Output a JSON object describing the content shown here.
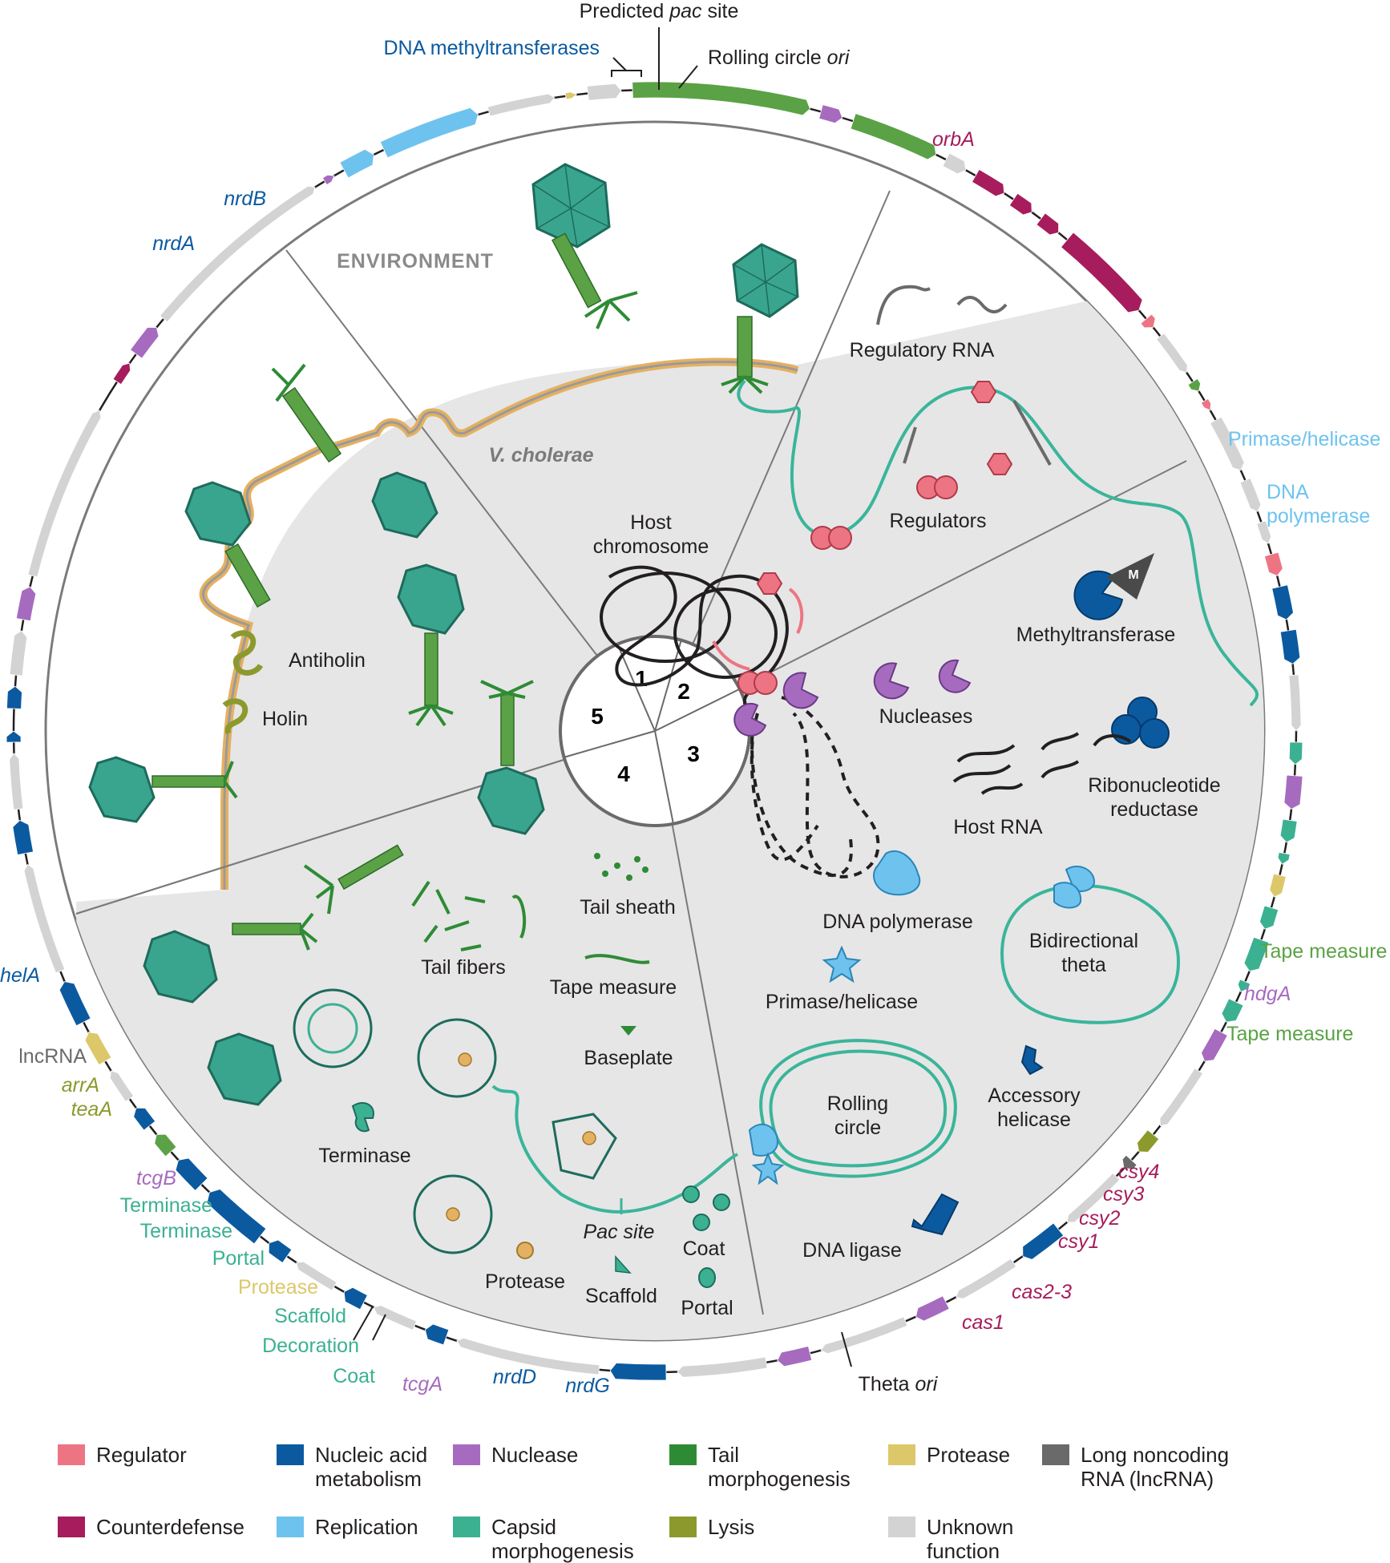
{
  "colors": {
    "regulator": "#ed7583",
    "nucleic": "#0b5aa0",
    "nuclease": "#a66bbf",
    "tail": "#5aa245",
    "tail_dark": "#2e8b35",
    "protease": "#dcc86a",
    "lncrna": "#6a6a6a",
    "counterdefense": "#a61c5c",
    "replication": "#6ec3ee",
    "capsid": "#3bb192",
    "lysis": "#8c9a2d",
    "unknown": "#d3d3d3",
    "membrane": "#e4b061",
    "panel_fill": "#e6e6e6"
  },
  "sector_labels": {
    "environment": "ENVIRONMENT",
    "host": "V. cholerae",
    "n1": "1",
    "n2": "2",
    "n3": "3",
    "n4": "4",
    "n5": "5"
  },
  "panel_labels": {
    "regulatory_rna": "Regulatory RNA",
    "regulators": "Regulators",
    "host_chromosome": "Host\nchromosome",
    "methyltransferase": "Methyltransferase",
    "nucleases": "Nucleases",
    "ribonucleotide_reductase": "Ribonucleotide\nreductase",
    "host_rna": "Host RNA",
    "dna_polymerase": "DNA polymerase",
    "primase_helicase": "Primase/helicase",
    "bidirectional_theta": "Bidirectional\ntheta",
    "rolling_circle": "Rolling\ncircle",
    "accessory_helicase": "Accessory\nhelicase",
    "dna_ligase": "DNA ligase",
    "tail_sheath": "Tail sheath",
    "tail_fibers": "Tail fibers",
    "tape_measure": "Tape measure",
    "baseplate": "Baseplate",
    "terminase": "Terminase",
    "pac_site": "Pac site",
    "coat": "Coat",
    "protease": "Protease",
    "scaffold": "Scaffold",
    "portal": "Portal",
    "antiholin": "Antiholin",
    "holin": "Holin",
    "methyl_m": "M"
  },
  "genome_labels": {
    "predicted_pac_site": "Predicted pac site",
    "dna_methyltransferases": "DNA methyltransferases",
    "rolling_circle_ori": "Rolling circle ori",
    "orbA": "orbA",
    "primase_helicase": "Primase/helicase",
    "dna_polymerase": "DNA\npolymerase",
    "tape_measure_1": "Tape measure",
    "hdgA": "hdgA",
    "tape_measure_2": "Tape measure",
    "csy4": "csy4",
    "csy3": "csy3",
    "csy2": "csy2",
    "csy1": "csy1",
    "cas2_3": "cas2-3",
    "cas1": "cas1",
    "theta_ori": "Theta ori",
    "nrdG": "nrdG",
    "nrdD": "nrdD",
    "tcgA": "tcgA",
    "coat": "Coat",
    "decoration": "Decoration",
    "scaffold": "Scaffold",
    "protease": "Protease",
    "portal": "Portal",
    "terminase_1": "Terminase",
    "terminase_2": "Terminase",
    "tcgB": "tcgB",
    "teaA": "teaA",
    "arrA": "arrA",
    "lncRNA": "lncRNA",
    "helA": "helA",
    "nrdA": "nrdA",
    "nrdB": "nrdB"
  },
  "legend": [
    {
      "label": "Regulator",
      "color_key": "regulator"
    },
    {
      "label": "Nucleic acid\nmetabolism",
      "color_key": "nucleic"
    },
    {
      "label": "Nuclease",
      "color_key": "nuclease"
    },
    {
      "label": "Tail\nmorphogenesis",
      "color_key": "tail_dark"
    },
    {
      "label": "Protease",
      "color_key": "protease"
    },
    {
      "label": "Long noncoding\nRNA (lncRNA)",
      "color_key": "lncrna"
    },
    {
      "label": "Counterdefense",
      "color_key": "counterdefense"
    },
    {
      "label": "Replication",
      "color_key": "replication"
    },
    {
      "label": "Capsid\nmorphogenesis",
      "color_key": "capsid"
    },
    {
      "label": "Lysis",
      "color_key": "lysis"
    },
    {
      "label": "Unknown\nfunction",
      "color_key": "unknown"
    }
  ]
}
